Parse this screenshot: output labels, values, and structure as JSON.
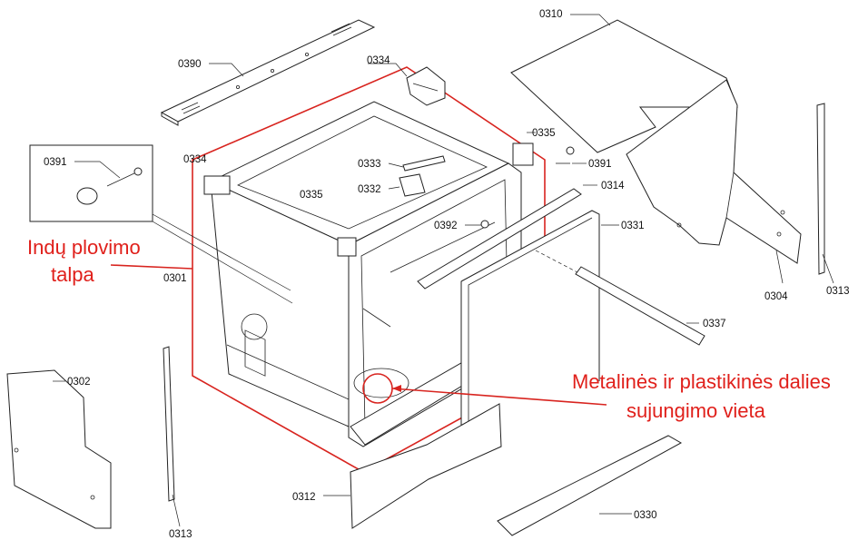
{
  "part_labels": {
    "p0310": "0310",
    "p0390": "0390",
    "p0334_top": "0334",
    "p0334_left": "0334",
    "p0335_right": "0335",
    "p0335_mid": "0335",
    "p0391_left": "0391",
    "p0391_right": "0391",
    "p0333": "0333",
    "p0332": "0332",
    "p0314": "0314",
    "p0392": "0392",
    "p0331": "0331",
    "p0301": "0301",
    "p0304": "0304",
    "p0313_right": "0313",
    "p0313_left": "0313",
    "p0337": "0337",
    "p0302": "0302",
    "p0312": "0312",
    "p0330": "0330"
  },
  "annotations": {
    "tub_line1": "Indų plovimo",
    "tub_line2": "talpa",
    "joint_line1": "Metalinės ir plastikinės dalies",
    "joint_line2": "sujungimo vieta"
  },
  "colors": {
    "annotation_red": "#e0201b",
    "line": "#222222"
  }
}
